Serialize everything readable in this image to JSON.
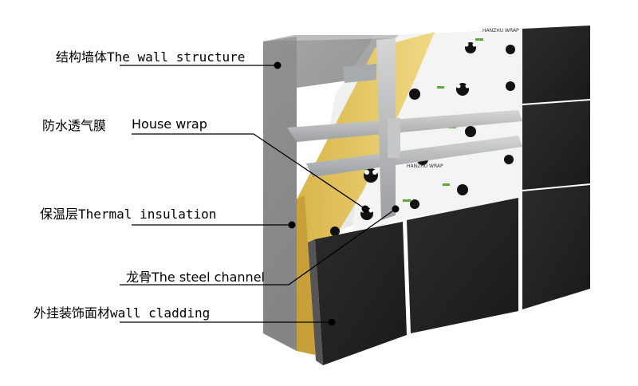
{
  "labels": {
    "wall_structure": "结构墙体The wall structure",
    "house_wrap_cn": "防水透气膜",
    "house_wrap_en": "House wrap",
    "thermal_insulation": "保温层Thermal insulation",
    "steel_channel": "龙骨The steel channel",
    "wall_cladding": "外挂装饰面材wall cladding"
  },
  "wrap_print": {
    "brand_text": "HANZHU WRAP"
  },
  "colors": {
    "concrete": "#8c8c8c",
    "insulation": "#e8c766",
    "steel": "#b9bcbd",
    "wrap": "#f2f2f2",
    "cladding": "#222222",
    "leader": "#000000"
  }
}
